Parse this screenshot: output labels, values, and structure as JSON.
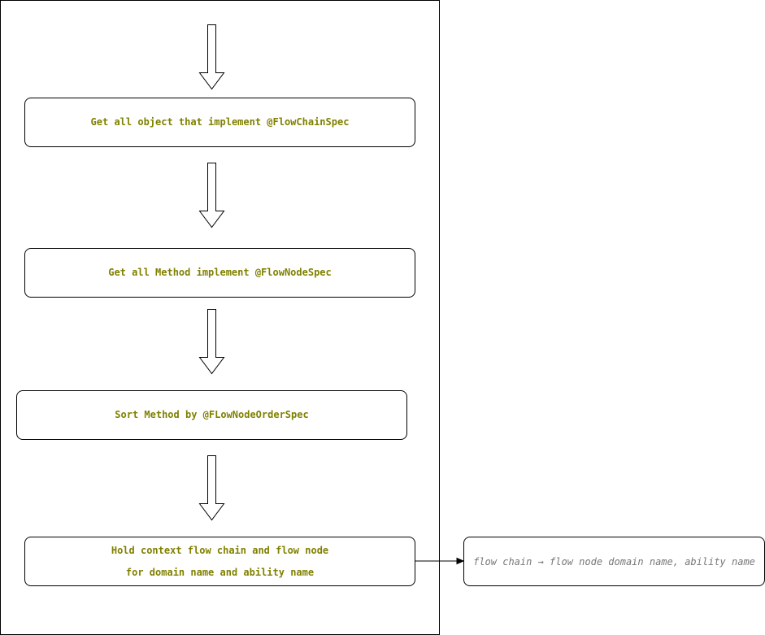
{
  "colors": {
    "step_text": "#808000",
    "note_text": "#777777",
    "border": "#000000"
  },
  "steps": [
    {
      "lines": [
        "Get all object that implement @FlowChainSpec"
      ]
    },
    {
      "lines": [
        "Get all Method implement @FlowNodeSpec"
      ]
    },
    {
      "lines": [
        "Sort Method by @FLowNodeOrderSpec"
      ]
    },
    {
      "lines": [
        "Hold context flow chain and flow node",
        "for domain name and ability name"
      ]
    }
  ],
  "note": {
    "text": "flow chain → flow node domain name, ability name"
  }
}
